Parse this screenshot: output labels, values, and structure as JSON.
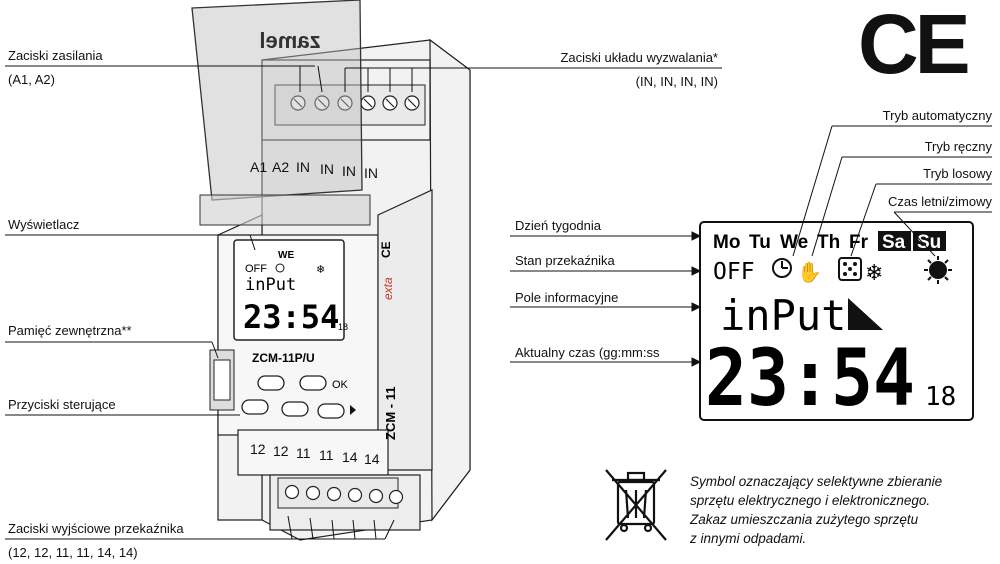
{
  "labels": {
    "power_terminals": "Zaciski zasilania",
    "power_terminals_ids": "(A1, A2)",
    "trigger_terminals": "Zaciski układu wyzwalania*",
    "trigger_terminals_ids": "(IN, IN, IN, IN)",
    "display": "Wyświetlacz",
    "external_memory": "Pamięć zewnętrzna**",
    "control_buttons": "Przyciski sterujące",
    "relay_output_terminals": "Zaciski wyjściowe przekaźnika",
    "relay_output_terminals_ids": "(12, 12, 11, 11, 14, 14)",
    "auto_mode": "Tryb automatyczny",
    "manual_mode": "Tryb ręczny",
    "random_mode": "Tryb losowy",
    "summer_winter_time": "Czas letni/zimowy",
    "day_of_week": "Dzień tygodnia",
    "relay_state": "Stan przekaźnika",
    "info_field": "Pole informacyjne",
    "current_time": "Aktualny czas (gg:mm:ss"
  },
  "device": {
    "brand_mirrored": "zamel",
    "model": "ZCM-11P/U",
    "model_side": "ZCM - 11",
    "side_brand": "exta",
    "ok_label": "OK",
    "top_terminals": [
      "A1",
      "A2",
      "IN",
      "IN",
      "IN",
      "IN"
    ],
    "bottom_terminals": [
      "12",
      "12",
      "11",
      "11",
      "14",
      "14"
    ],
    "small_display": {
      "day": "WE",
      "relay": "OFF",
      "info": "inPut",
      "time": "23:54",
      "seconds": "18"
    }
  },
  "lcd": {
    "days": [
      "Mo",
      "Tu",
      "We",
      "Th",
      "Fr",
      "Sa",
      "Su"
    ],
    "relay": "OFF",
    "info": "inPut",
    "time": "23:54",
    "seconds": "18"
  },
  "ce_mark": "CE",
  "weee_note": [
    "Symbol oznaczający selektywne zbieranie",
    "sprzętu elektrycznego i elektronicznego.",
    "Zakaz umieszczania zużytego sprzętu",
    "z innymi odpadami."
  ]
}
